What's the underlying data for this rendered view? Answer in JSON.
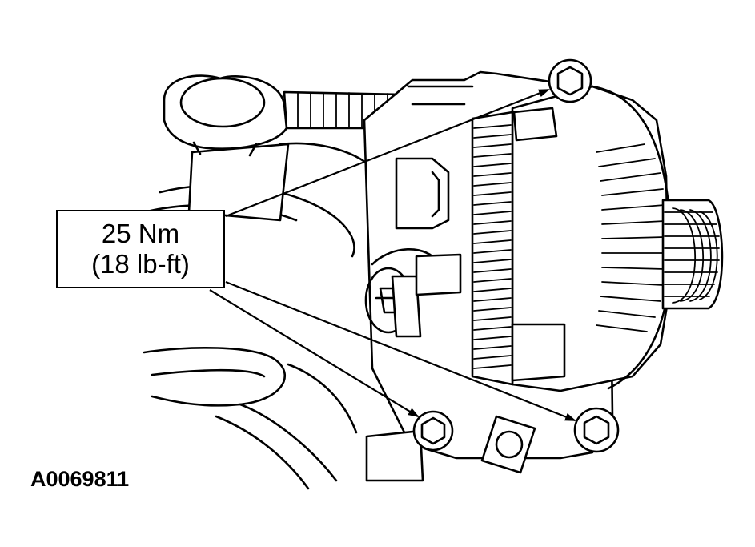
{
  "callout": {
    "torque_nm": "25 Nm",
    "torque_lbft": "(18 lb-ft)"
  },
  "figure_id": "A0069811",
  "components": {
    "bolt_count": 3
  }
}
